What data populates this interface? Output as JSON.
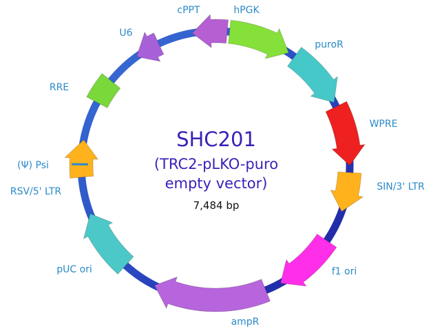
{
  "plasmid": {
    "name": "SHC201",
    "subtitle_line1": "(TRC2-pLKO-puro",
    "subtitle_line2": "empty vector)",
    "size": "7,484 bp"
  },
  "colors": {
    "backbone_dark": "#1e1e9c",
    "backbone_light": "#3a72d6",
    "title": "#3b1fb8",
    "label": "#2a8ac8"
  },
  "features": [
    {
      "label": "cPPT",
      "color": "#b55fd3",
      "shape": "arrow-ccw"
    },
    {
      "label": "hPGK",
      "color": "#86e03a",
      "shape": "arrow-cw"
    },
    {
      "label": "puroR",
      "color": "#46c8c8",
      "shape": "arrow-cw"
    },
    {
      "label": "WPRE",
      "color": "#ee2020",
      "shape": "arrow-cw"
    },
    {
      "label": "SIN/3' LTR",
      "color": "#ffb21c",
      "shape": "arrow-cw"
    },
    {
      "label": "f1 ori",
      "color": "#ff2ee8",
      "shape": "arrow-cw"
    },
    {
      "label": "ampR",
      "color": "#b765dc",
      "shape": "arrow-cw"
    },
    {
      "label": "pUC ori",
      "color": "#4cc8c8",
      "shape": "arrow-cw"
    },
    {
      "label": "RSV/5' LTR",
      "color": "#ffb21c",
      "shape": "arrow-cw"
    },
    {
      "label": "RRE",
      "color": "#7ad83a",
      "shape": "box"
    },
    {
      "label": "U6",
      "color": "#a860d8",
      "shape": "arrow-ccw"
    }
  ],
  "markers": [
    {
      "label": "(Ψ) Psi",
      "color": "#2a8ac8"
    }
  ]
}
